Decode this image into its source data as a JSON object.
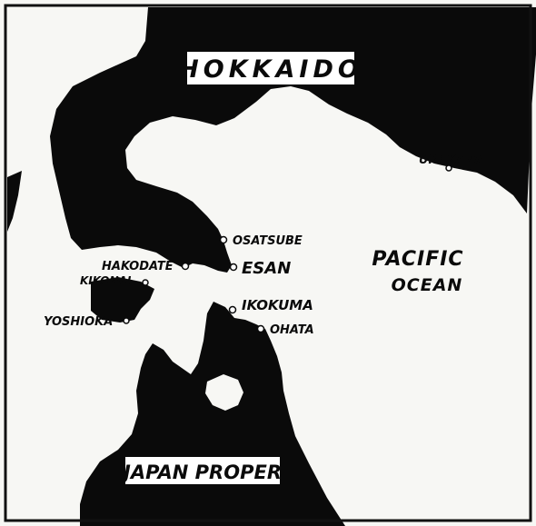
{
  "colors": {
    "land": "#0a0a0a",
    "sea": "#f7f7f4",
    "frame": "#111111",
    "label_box": "#ffffff"
  },
  "regions": {
    "north": "HOKKAIDO",
    "south": "JAPAN PROPER"
  },
  "sea": {
    "name_line1": "PACIFIC",
    "name_line2": "OCEAN"
  },
  "places": {
    "urakawa": "URAKAWA",
    "osatsube": "OSATSUBE",
    "esan": "ESAN",
    "hakodate": "HAKODATE",
    "kikonai": "KIKONAI",
    "yoshioka": "YOSHIOKA",
    "ikokuma": "IKOKUMA",
    "ohata": "OHATA"
  }
}
